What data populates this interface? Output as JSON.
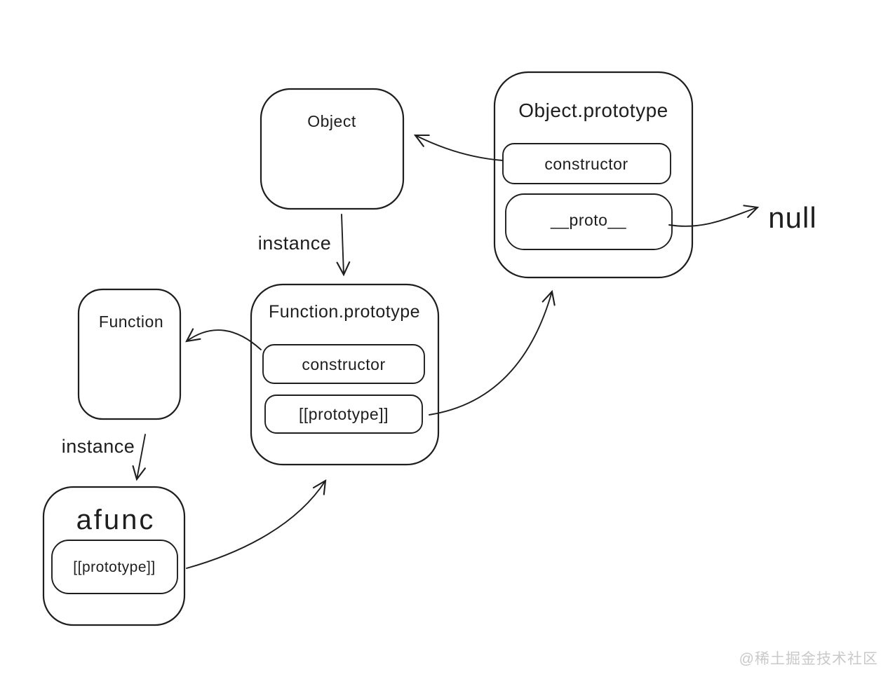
{
  "page": {
    "background_color": "#ffffff",
    "ink_color": "#1e1e1e",
    "watermark_color": "#c9c9c9"
  },
  "nodes": {
    "object": {
      "label": "Object"
    },
    "object_prototype": {
      "title": "Object.prototype",
      "fields": [
        {
          "label": "constructor"
        },
        {
          "label": "__proto__"
        }
      ]
    },
    "function_prototype": {
      "title": "Function.prototype",
      "fields": [
        {
          "label": "constructor"
        },
        {
          "label": "[[prototype]]"
        }
      ]
    },
    "function": {
      "label": "Function"
    },
    "afunc": {
      "title": "afunc",
      "fields": [
        {
          "label": "[[prototype]]"
        }
      ]
    },
    "null_terminal": {
      "label": "null"
    }
  },
  "edges": {
    "object_to_function_prototype": {
      "label": "instance"
    },
    "function_to_afunc": {
      "label": "instance"
    },
    "object_prototype_constructor_to_object": {
      "label": ""
    },
    "object_prototype_proto_to_null": {
      "label": ""
    },
    "function_prototype_constructor_to_function": {
      "label": ""
    },
    "function_prototype_prototype_to_object_prototype": {
      "label": ""
    },
    "afunc_prototype_to_function_prototype": {
      "label": ""
    }
  },
  "watermark": {
    "text": "@稀土掘金技术社区"
  }
}
